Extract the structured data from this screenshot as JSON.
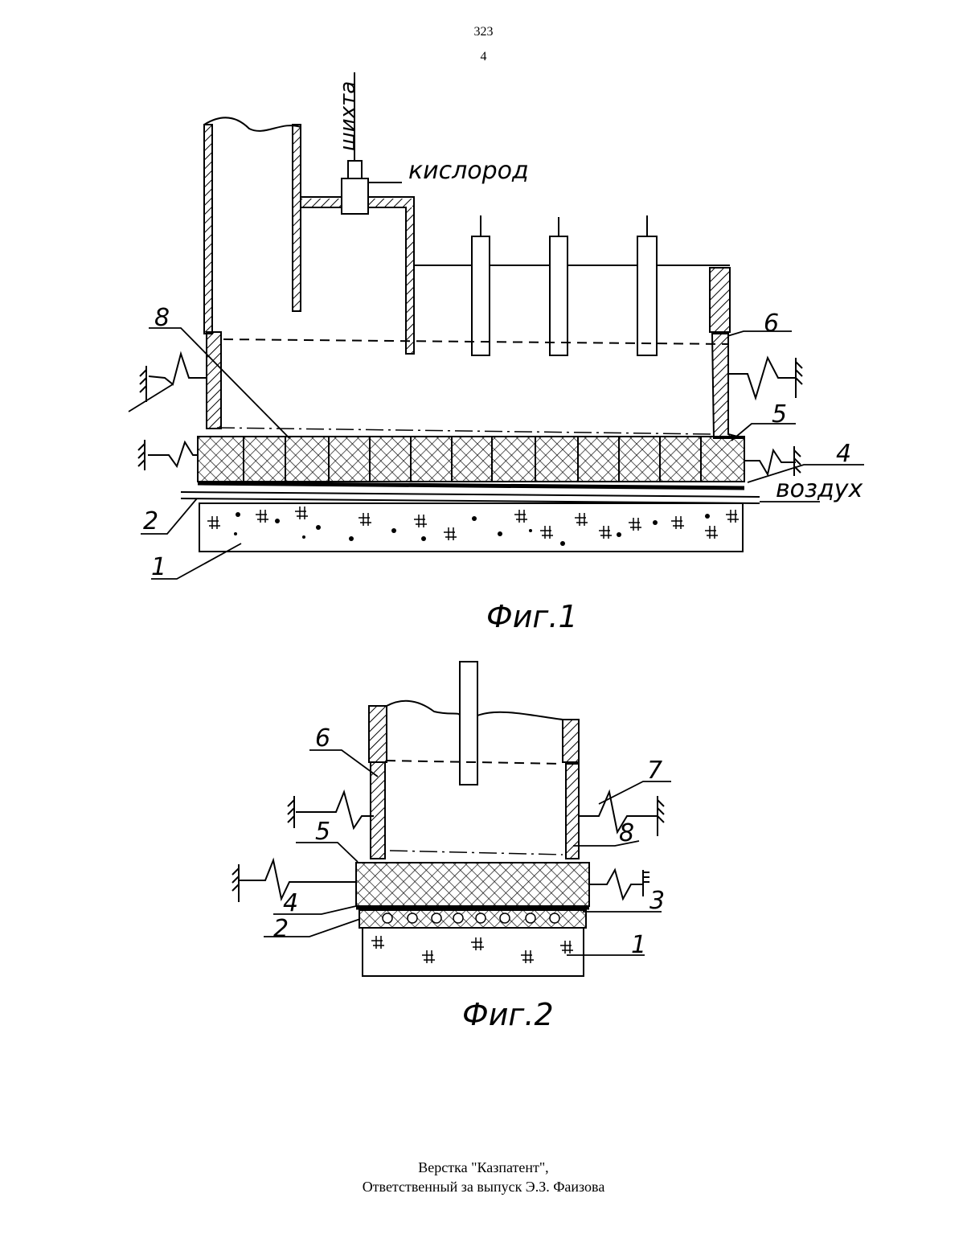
{
  "header": {
    "page_number": "323",
    "sheet_number": "4"
  },
  "figure1": {
    "caption": "Фиг.1",
    "labels": {
      "charge": "шихта",
      "oxygen": "кислород",
      "air": "воздух",
      "n1": "1",
      "n2": "2",
      "n4": "4",
      "n5": "5",
      "n6": "6",
      "n8": "8"
    }
  },
  "figure2": {
    "caption": "Фиг.2",
    "labels": {
      "n1": "1",
      "n2": "2",
      "n3": "3",
      "n4": "4",
      "n5": "5",
      "n6": "6",
      "n7": "7",
      "n8": "8"
    }
  },
  "footer": {
    "line1": "Верстка \"Казпатент\",",
    "line2": "Ответственный за выпуск Э.З. Фаизова"
  }
}
